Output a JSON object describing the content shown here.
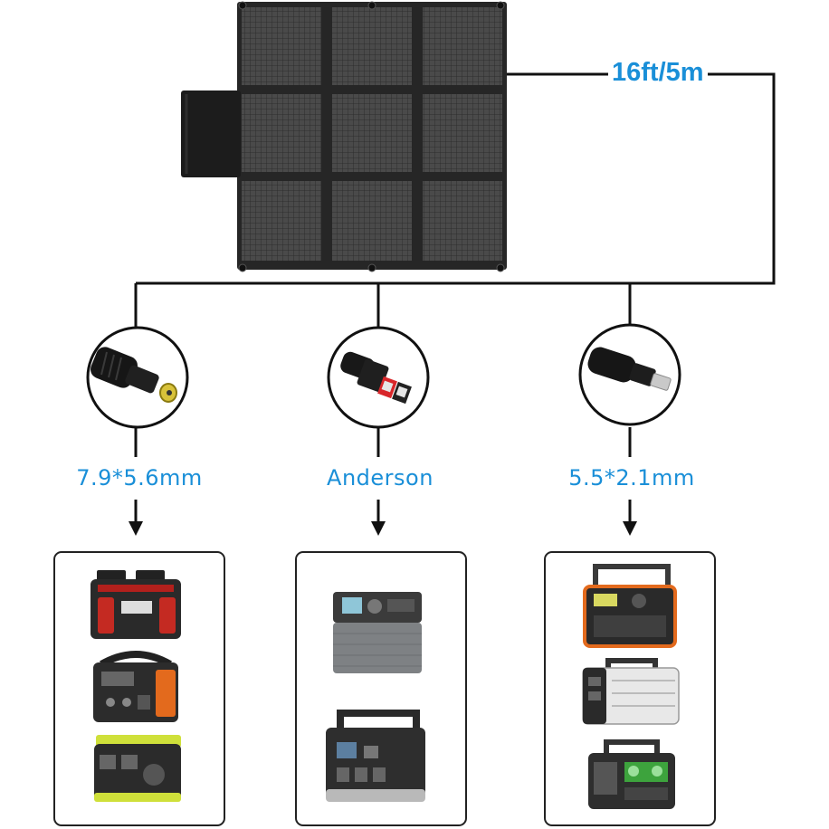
{
  "cable_length": "16ft/5m",
  "connectors": [
    {
      "id": "c1",
      "label": "7.9*5.6mm",
      "icon": "dc-7956-plug-icon"
    },
    {
      "id": "c2",
      "label": "Anderson",
      "icon": "anderson-plug-icon"
    },
    {
      "id": "c3",
      "label": "5.5*2.1mm",
      "icon": "dc-5521-plug-icon"
    }
  ],
  "device_groups": [
    {
      "id": "g1",
      "devices": [
        "red-power-station-icon",
        "orange-power-station-icon",
        "yellow-power-station-icon"
      ]
    },
    {
      "id": "g2",
      "devices": [
        "grey-power-station-icon",
        "black-power-station-icon"
      ]
    },
    {
      "id": "g3",
      "devices": [
        "orange-radio-power-station-icon",
        "white-power-station-icon",
        "green-power-station-icon"
      ]
    }
  ],
  "colors": {
    "accent": "#1a8fd8",
    "line": "#111111",
    "panel": "#3a3a3a",
    "panel_dark": "#1f1f1f"
  }
}
